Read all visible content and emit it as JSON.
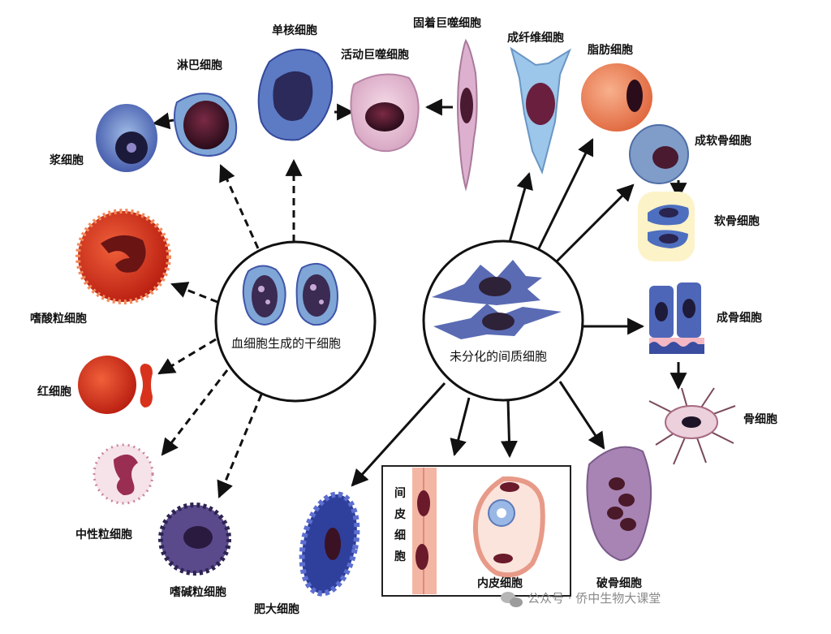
{
  "hubs": {
    "blood": "血细胞生成的干细胞",
    "mesenchymal": "未分化的间质细胞"
  },
  "cells": {
    "plasma": "浆细胞",
    "lymphocyte": "淋巴细胞",
    "monocyte": "单核细胞",
    "active_macrophage": "活动巨噬细胞",
    "fixed_macrophage": "固着巨噬细胞",
    "fibroblast": "成纤维细胞",
    "adipocyte": "脂肪细胞",
    "chondroblast": "成软骨细胞",
    "chondrocyte": "软骨细胞",
    "osteoblast": "成骨细胞",
    "osteocyte": "骨细胞",
    "osteoclast": "破骨细胞",
    "endothelial": "内皮细胞",
    "pericyte": [
      "间",
      "皮",
      "细",
      "胞"
    ],
    "mast": "肥大细胞",
    "basophil": "嗜碱粒细胞",
    "neutrophil": "中性粒细胞",
    "erythrocyte": "红细胞",
    "eosinophil": "嗜酸粒细胞"
  },
  "watermark": {
    "text": "公众号 · 侨中生物大课堂",
    "icon": "wechat-icon"
  },
  "colors": {
    "arrow": "#111111",
    "blood_cell_blue": "#3f55a8",
    "cytoplasm_blue": "#7fa6d6",
    "macrophage_pink": "#e9c4d8",
    "eosinophil_red": "#e8502a",
    "erythrocyte_red": "#d8321c",
    "adipocyte_orange": "#f08a62"
  }
}
